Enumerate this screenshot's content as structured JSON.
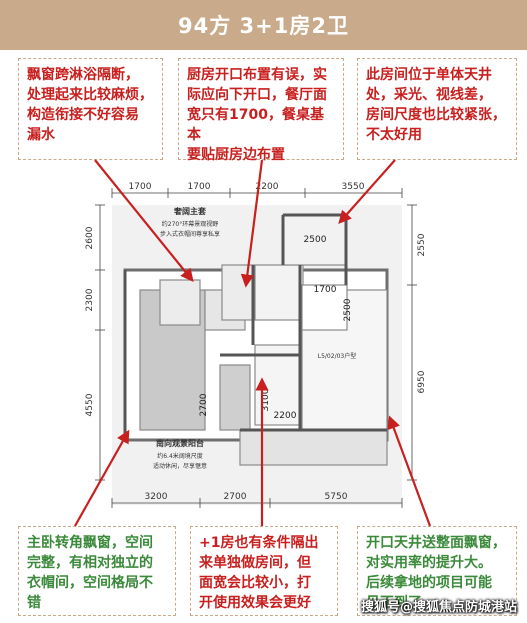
{
  "banner": {
    "title": "94方  3+1房2卫"
  },
  "notes": {
    "top_left": "飘窗跨淋浴隔断，\n处理起来比较麻烦，\n构造衔接不好容易\n漏水",
    "top_middle": "厨房开口布置有误，实\n际应向下开口，餐厅面\n宽只有1700，餐桌基本\n要贴厨房边布置",
    "top_right": "此房间位于单体天井\n处，采光、视线差，\n房间尺度也比较紧张，\n不太好用",
    "bottom_left": "主卧转角飘窗，空间\n完整，有相对独立的\n衣帽间，空间格局不\n错",
    "bottom_middle": "+1房也有条件隔出\n来单独做房间，但\n面宽会比较小，打\n开使用效果会更好",
    "bottom_right": "开口天井送整面飘窗，\n对实用率的提升大。\n后续拿地的项目可能\n见不到了"
  },
  "plan": {
    "dims_top": [
      "1700",
      "1700",
      "2200",
      "3550"
    ],
    "dims_bottom": [
      "3200",
      "2700",
      "5750"
    ],
    "dims_left": [
      "2600",
      "2300",
      "4550"
    ],
    "dims_right": [
      "2550",
      "6950"
    ],
    "dims_inner": [
      "2500",
      "1700",
      "2500",
      "2700",
      "3100",
      "2200"
    ],
    "labels": {
      "master_suite_title": "奢阔主套",
      "master_suite_desc1": "约270°环幕景观视野",
      "master_suite_desc2": "步入式衣帽间尊享私享",
      "balcony_title": "南向观景阳台",
      "balcony_desc1": "约6.4米阔境尺度",
      "balcony_desc2": "适动休闲，尽享惬意",
      "room_tag": "L5/02/03户型"
    }
  },
  "watermark": "搜狐号@搜狐焦点防城港站"
}
